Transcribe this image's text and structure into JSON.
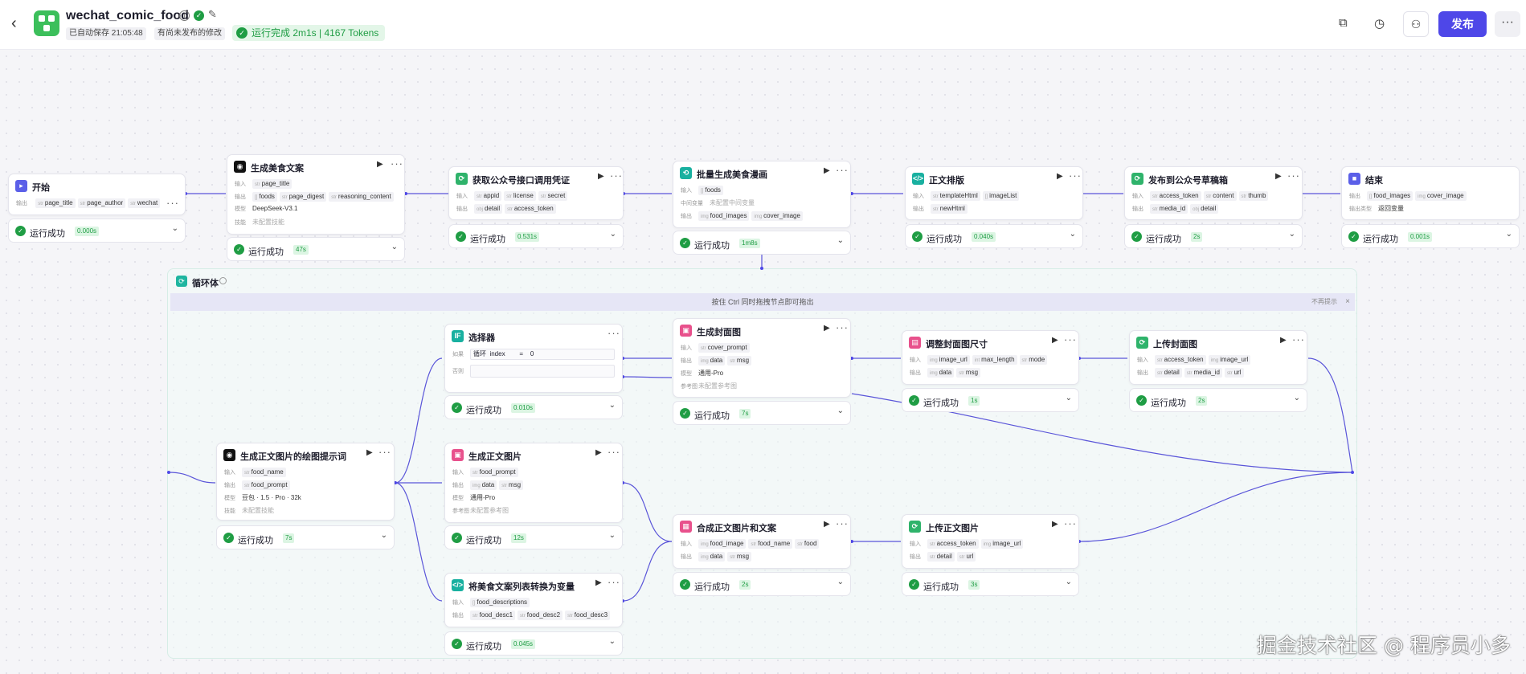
{
  "header": {
    "app_name": "wechat_comic_food",
    "autosave": "已自动保存 21:05:48",
    "unpublished": "有尚未发布的修改",
    "run_status": "运行完成 2m1s | 4167 Tokens",
    "publish": "发布"
  },
  "loop": {
    "title": "循环体",
    "hint": "按住 Ctrl 同时拖拽节点即可拖出",
    "hint_right": "不再提示"
  },
  "labels": {
    "input": "输入",
    "output": "输出",
    "model": "模型",
    "skills": "技能",
    "intermediate": "中间变量",
    "output_type": "输出类型",
    "ref_image": "参考图",
    "unset_skills": "未配置技能",
    "unset_ref": "未配置参考图",
    "if": "如果",
    "else": "否则",
    "success": "运行成功"
  },
  "nodes": {
    "start": {
      "title": "开始",
      "output_tags": [
        "page_title",
        "page_author",
        "wechat"
      ],
      "time": "0.000s"
    },
    "copy": {
      "title": "生成美食文案",
      "input_tags": [
        "page_title"
      ],
      "output_tags": [
        "foods",
        "page_digest",
        "reasoning_content"
      ],
      "model": "DeepSeek-V3.1",
      "time": "47s"
    },
    "cred": {
      "title": "获取公众号接口调用凭证",
      "input_tags": [
        "appid",
        "license",
        "secret"
      ],
      "output_tags": [
        "detail",
        "access_token"
      ],
      "time": "0.531s"
    },
    "batch": {
      "title": "批量生成美食漫画",
      "input_tags": [
        "foods"
      ],
      "intermediate": "未配置中间变量",
      "output_tags": [
        "food_images",
        "cover_image"
      ],
      "time": "1m8s"
    },
    "layout": {
      "title": "正文排版",
      "input_tags": [
        "templateHtml",
        "imageList"
      ],
      "output_tags": [
        "newHtml"
      ],
      "time": "0.040s"
    },
    "draft": {
      "title": "发布到公众号草稿箱",
      "input_tags": [
        "access_token",
        "content",
        "thumb"
      ],
      "output_tags": [
        "media_id",
        "detail"
      ],
      "time": "2s"
    },
    "end": {
      "title": "结束",
      "output_tags": [
        "food_images",
        "cover_image"
      ],
      "output_type": "返回变量",
      "time": "0.001s"
    },
    "selector": {
      "title": "选择器",
      "cond_left": "循环",
      "cond_var": "index",
      "cond_op": "=",
      "cond_val": "0",
      "time": "0.010s"
    },
    "cover": {
      "title": "生成封面图",
      "input_tags": [
        "cover_prompt"
      ],
      "output_tags": [
        "data",
        "msg"
      ],
      "model": "通用-Pro",
      "time": "7s"
    },
    "resize": {
      "title": "调整封面图尺寸",
      "input_tags": [
        "image_url",
        "max_length",
        "mode"
      ],
      "output_tags": [
        "data",
        "msg"
      ],
      "time": "1s"
    },
    "upcover": {
      "title": "上传封面图",
      "input_tags": [
        "access_token",
        "image_url"
      ],
      "output_tags": [
        "detail",
        "media_id",
        "url"
      ],
      "time": "2s"
    },
    "prompt": {
      "title": "生成正文图片的绘图提示词",
      "input_tags": [
        "food_name"
      ],
      "output_tags": [
        "food_prompt"
      ],
      "model": "豆包 · 1.5 · Pro · 32k",
      "time": "7s"
    },
    "bodyimg": {
      "title": "生成正文图片",
      "input_tags": [
        "food_prompt"
      ],
      "output_tags": [
        "data",
        "msg"
      ],
      "model": "通用-Pro",
      "time": "12s"
    },
    "compose": {
      "title": "合成正文图片和文案",
      "input_tags": [
        "food_image",
        "food_name",
        "food"
      ],
      "output_tags": [
        "data",
        "msg"
      ],
      "time": "2s"
    },
    "upbody": {
      "title": "上传正文图片",
      "input_tags": [
        "access_token",
        "image_url"
      ],
      "output_tags": [
        "detail",
        "url"
      ],
      "time": "3s"
    },
    "convert": {
      "title": "将美食文案列表转换为变量",
      "input_tags": [
        "food_descriptions"
      ],
      "output_tags": [
        "food_desc1",
        "food_desc2",
        "food_desc3"
      ],
      "time": "0.045s"
    }
  },
  "watermark": "掘金技术社区 @ 程序员小多",
  "colors": {
    "accent": "#4e47e8",
    "success": "#1f9d44",
    "edge": "#5a55d9"
  }
}
